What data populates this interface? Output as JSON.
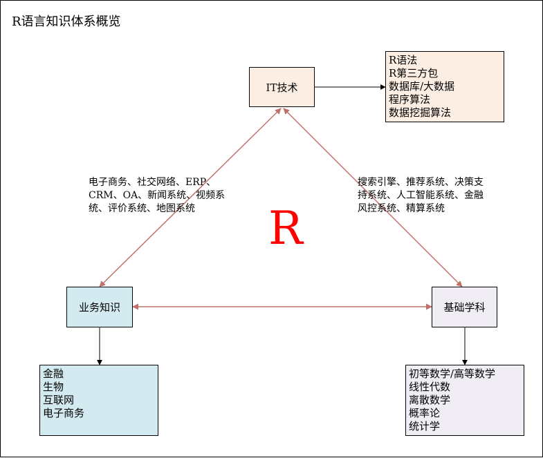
{
  "title": "R语言知识体系概览",
  "center_label": "R",
  "nodes": {
    "it": {
      "label": "IT技术",
      "color": "#fdeee3"
    },
    "business": {
      "label": "业务知识",
      "color": "#d3ebf0"
    },
    "basic": {
      "label": "基础学科",
      "color": "#f0eef4"
    }
  },
  "lists": {
    "it": {
      "items": [
        "R语法",
        "R第三方包",
        "数据库/大数据",
        "程序算法",
        "数据挖掘算法"
      ],
      "color": "#fdeee3"
    },
    "business": {
      "items": [
        "金融",
        "生物",
        "互联网",
        "电子商务"
      ],
      "color": "#d3ebf0"
    },
    "basic": {
      "items": [
        "初等数学/高等数学",
        "线性代数",
        "离散数学",
        "概率论",
        "统计学"
      ],
      "color": "#f0eef4"
    }
  },
  "edge_labels": {
    "left": [
      "电子商务、社交网络、ERP、",
      "CRM、OA、新闻系统、视频系",
      "统、评价系统、地图系统"
    ],
    "right": [
      "搜索引擎、推荐系统、决策支",
      "持系统、人工智能系统、金融",
      "风控系统、精算系统"
    ]
  },
  "colors": {
    "connector": "#c0706a",
    "arrow": "#000000",
    "center": "#ff0000"
  }
}
